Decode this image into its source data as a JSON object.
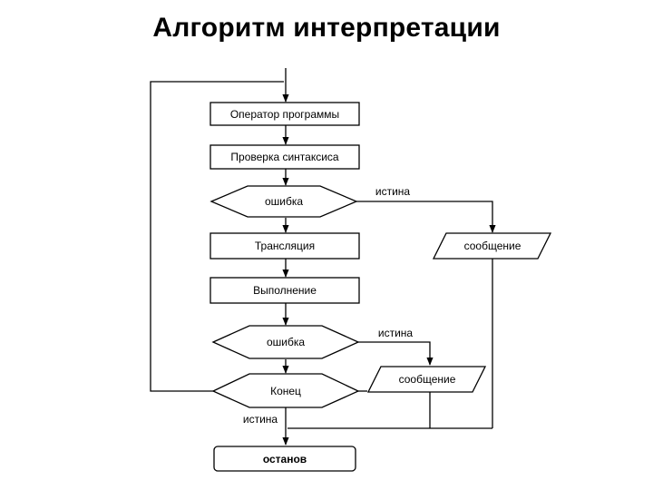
{
  "title": "Алгоритм интерпретации",
  "nodes": {
    "operator": "Оператор программы",
    "syntax_check": "Проверка синтаксиса",
    "error1": "ошибка",
    "translation": "Трансляция",
    "execution": "Выполнение",
    "error2": "ошибка",
    "end": "Конец",
    "stop": "останов",
    "message1": "сообщение",
    "message2": "сообщение"
  },
  "edges": {
    "true1": "истина",
    "true2": "истина",
    "true3": "истина"
  }
}
